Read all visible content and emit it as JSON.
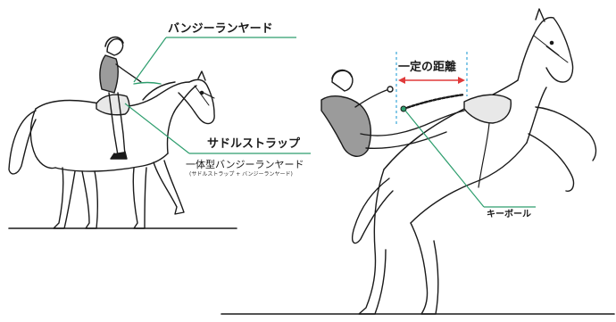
{
  "labels": {
    "bungee_lanyard": "バンジーランヤード",
    "saddle_strap": "サドルストラップ",
    "integrated_lanyard": "一体型バンジーランヤード",
    "integrated_lanyard_sub": "(サドルストラップ + バンジーランヤード)",
    "fixed_distance": "一定の距離",
    "key_ball": "キーボール"
  },
  "colors": {
    "leader_line": "#2e9e6e",
    "distance_arrow": "#e03a3a",
    "guide_line": "#3aa6d9",
    "vest": "#9b9b9b",
    "outline": "#1a1a1a"
  },
  "icons": [
    "horse-rider-illustration",
    "rearing-horse-illustration",
    "distance-arrow-icon"
  ]
}
